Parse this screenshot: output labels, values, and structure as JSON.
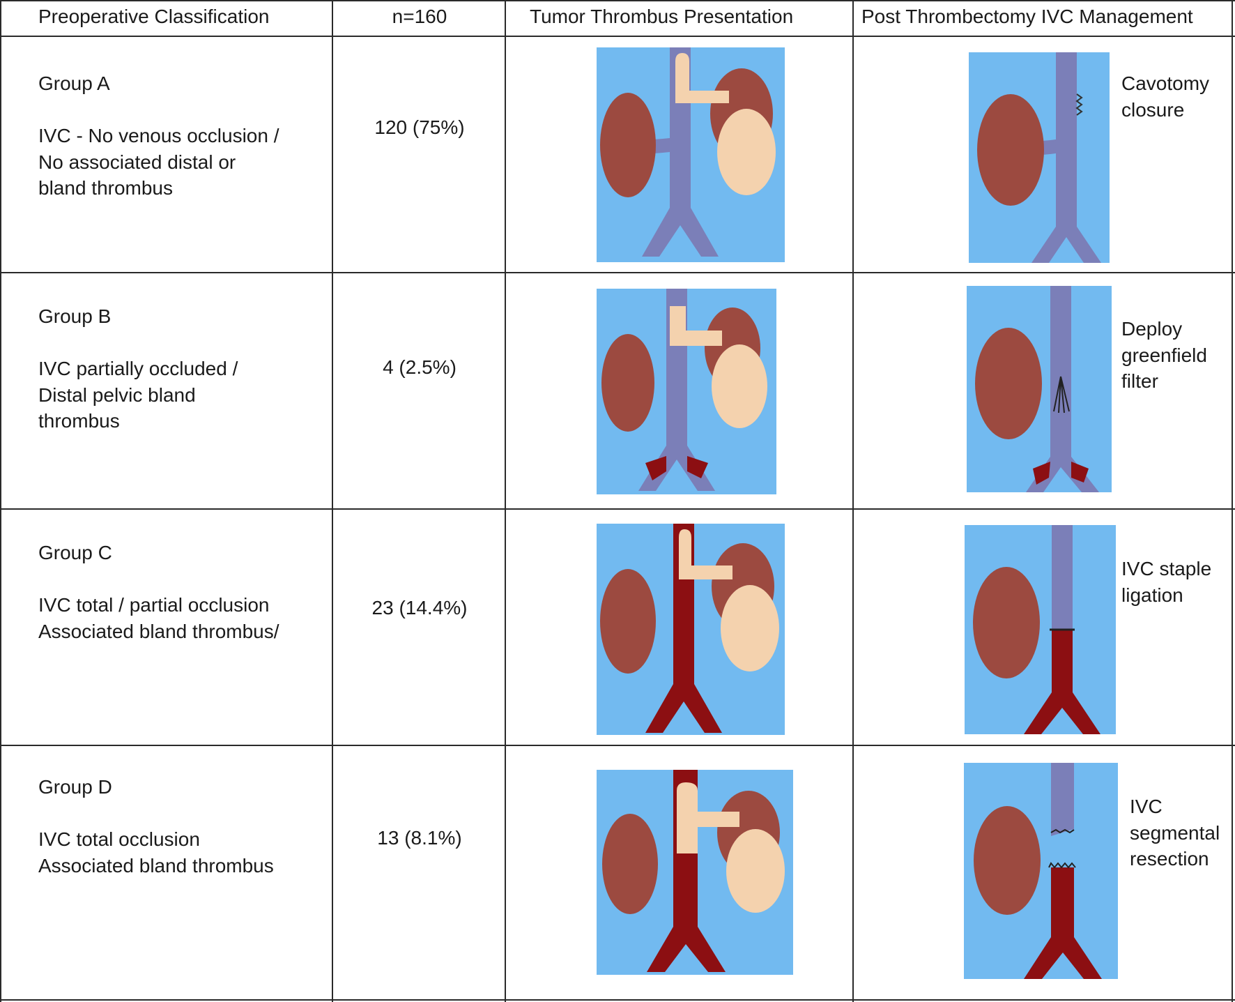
{
  "table": {
    "headers": [
      "Preoperative Classification",
      "n=160",
      "Tumor Thrombus Presentation",
      "Post Thrombectomy IVC Management"
    ],
    "rows": [
      {
        "group": "Group A",
        "description": [
          "IVC - No venous occlusion /",
          "No associated distal or",
          "bland thrombus"
        ],
        "count": "120 (75%)",
        "management": [
          "Cavotomy",
          "closure"
        ]
      },
      {
        "group": "Group B",
        "description": [
          "IVC partially occluded /",
          "Distal pelvic bland",
          "thrombus"
        ],
        "count": "4 (2.5%)",
        "management": [
          "Deploy",
          "greenfield",
          "filter"
        ]
      },
      {
        "group": "Group C",
        "description": [
          "IVC total / partial occlusion",
          "Associated bland thrombus/"
        ],
        "count": "23 (14.4%)",
        "management": [
          "IVC staple",
          "ligation"
        ]
      },
      {
        "group": "Group D",
        "description": [
          "IVC total occlusion",
          "Associated bland thrombus"
        ],
        "count": "13 (8.1%)",
        "management": [
          "IVC",
          "segmental",
          "resection"
        ]
      }
    ]
  },
  "colors": {
    "figure_bg": "#72baf0",
    "kidney": "#9c4a40",
    "vein": "#7b7fb8",
    "tumor": "#f4d2ae",
    "bland_thrombus": "#8c0f12",
    "border": "#2a2a2a"
  }
}
